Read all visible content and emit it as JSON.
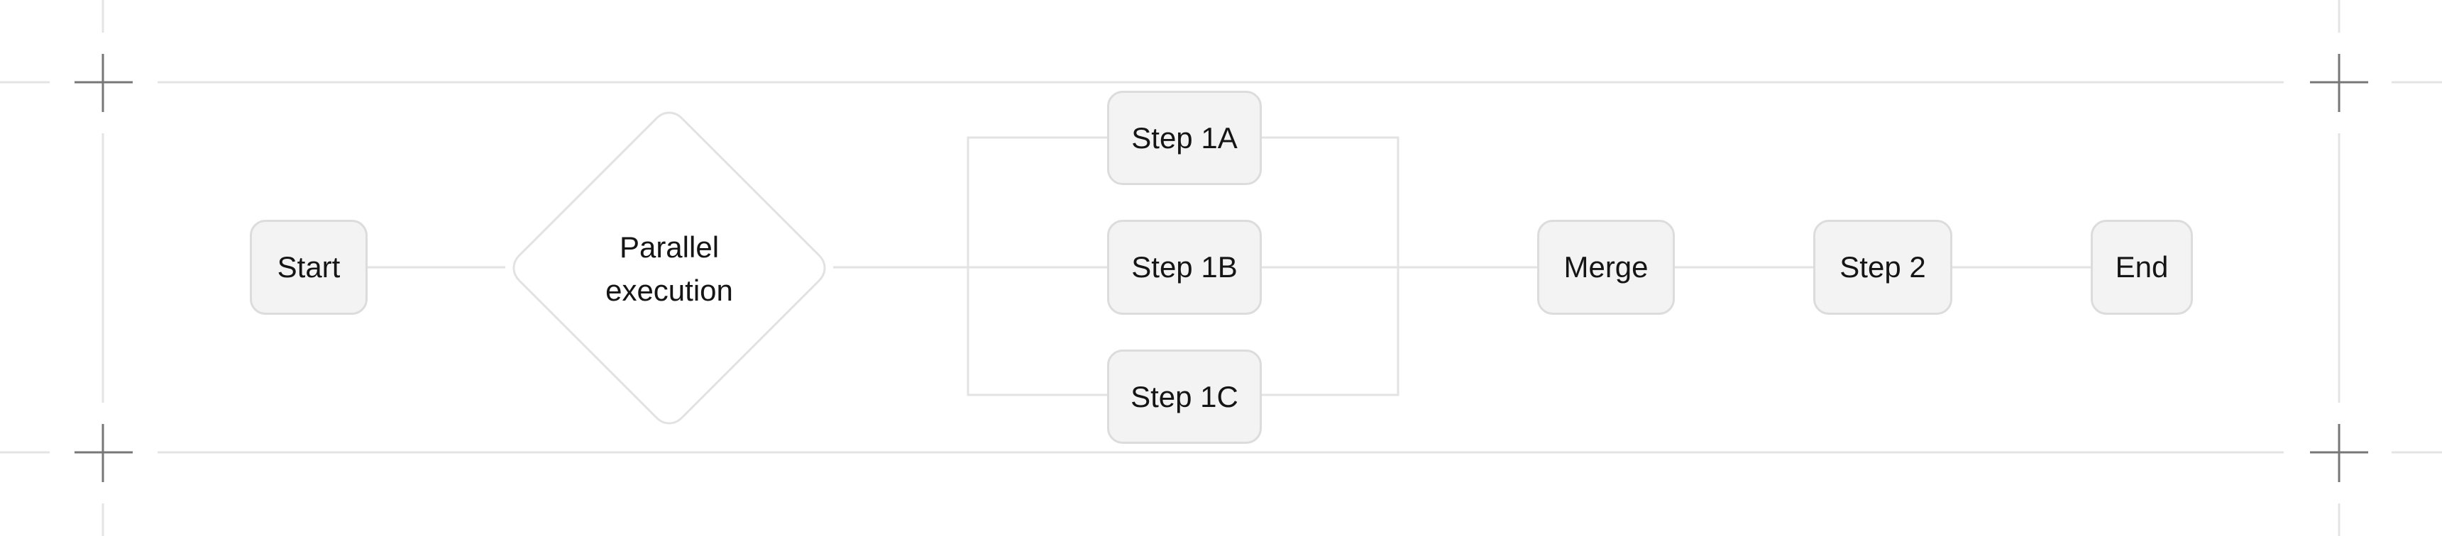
{
  "nodes": {
    "start": "Start",
    "decision_line1": "Parallel",
    "decision_line2": "execution",
    "step1a": "Step 1A",
    "step1b": "Step 1B",
    "step1c": "Step 1C",
    "merge": "Merge",
    "step2": "Step 2",
    "end": "End"
  },
  "colors": {
    "node_fill": "#f3f3f3",
    "node_border": "#dcdcdc",
    "connector": "#e3e3e3",
    "guide_line": "#e2e2e2",
    "crop_mark": "#777777",
    "text": "#151515"
  }
}
